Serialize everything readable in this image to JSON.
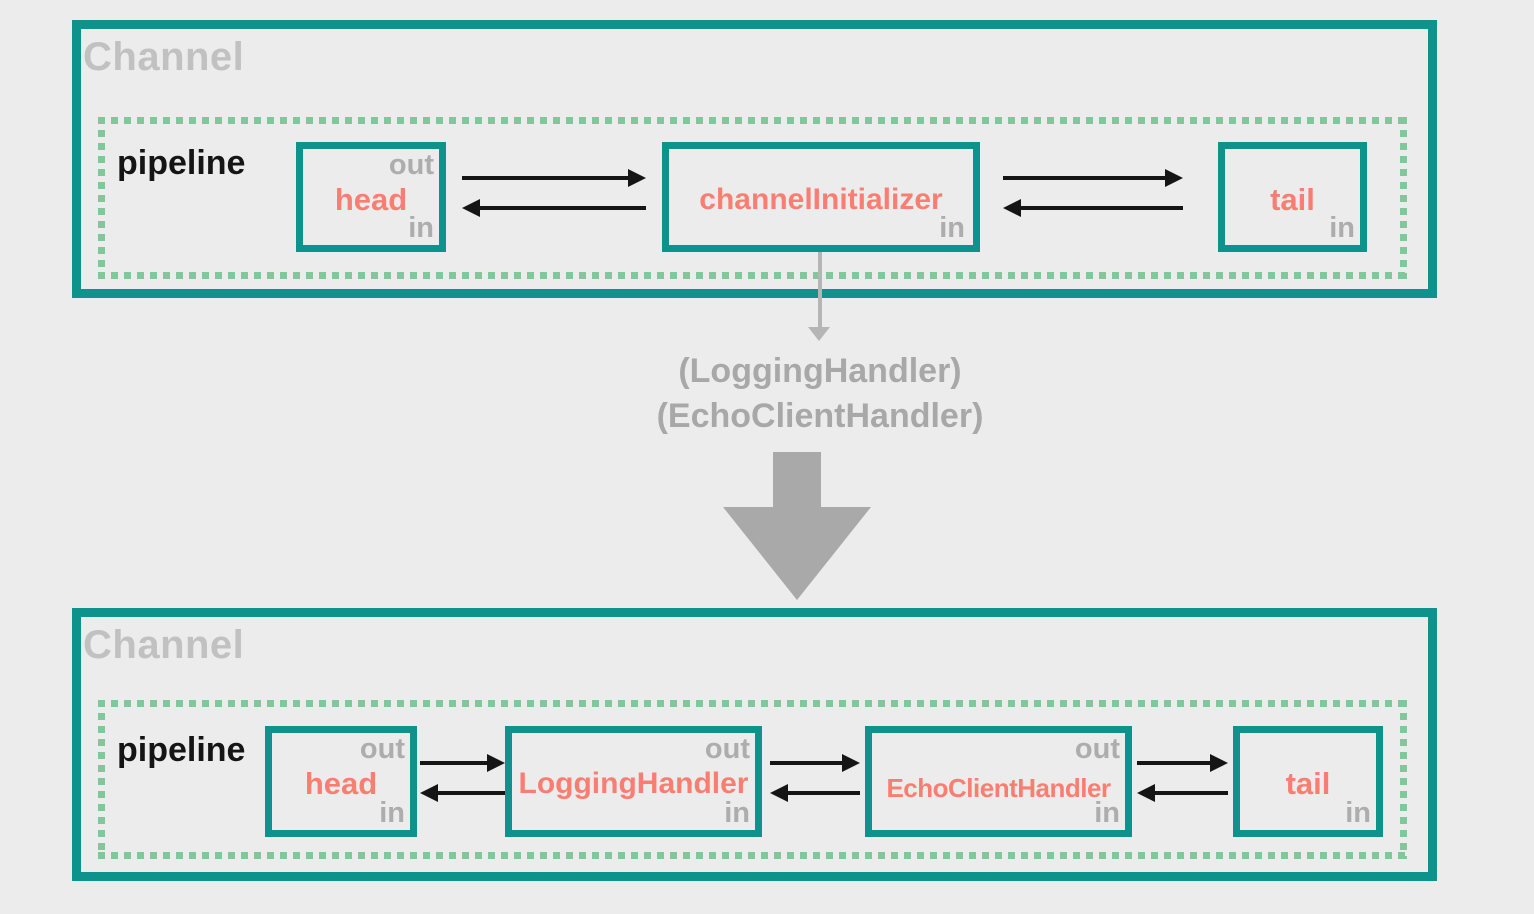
{
  "colors": {
    "teal": "#0d928c",
    "salmon": "#f97e72",
    "dash_green": "#80c79c",
    "title_gray": "#c1c1c1",
    "port_gray": "#adadad",
    "annotation_gray": "#a8a8a8",
    "arrow_gray": "#a9a9a9",
    "connector_gray": "#b5b5b5",
    "black": "#151515",
    "background": "#ececec"
  },
  "top_channel": {
    "title": "Channel",
    "pipeline_label": "pipeline",
    "nodes": [
      {
        "name": "head",
        "out": "out",
        "in": "in"
      },
      {
        "name": "channelInitializer",
        "in": "in"
      },
      {
        "name": "tail",
        "in": "in"
      }
    ]
  },
  "middle": {
    "note_line1": "(LoggingHandler)",
    "note_line2": "(EchoClientHandler)"
  },
  "bottom_channel": {
    "title": "Channel",
    "pipeline_label": "pipeline",
    "nodes": [
      {
        "name": "head",
        "out": "out",
        "in": "in"
      },
      {
        "name": "LoggingHandler",
        "out": "out",
        "in": "in"
      },
      {
        "name": "EchoClientHandler",
        "out": "out",
        "in": "in"
      },
      {
        "name": "tail",
        "in": "in"
      }
    ]
  }
}
